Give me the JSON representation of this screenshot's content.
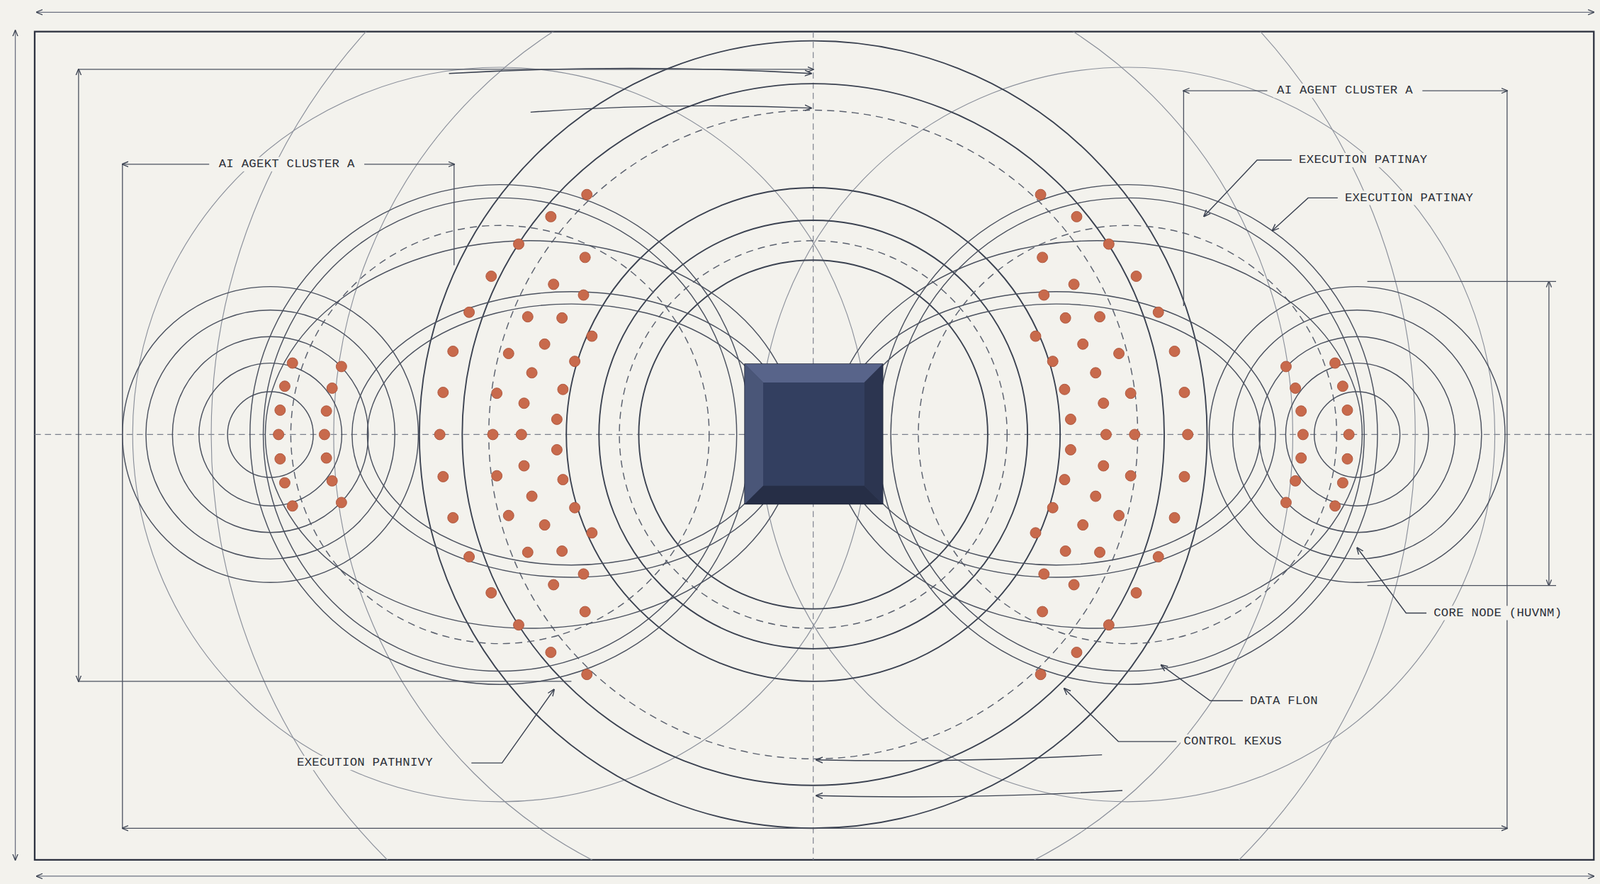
{
  "diagram": {
    "labels": [
      "AI AGEKT CLUSTER A",
      "AI AGENT CLUSTER A",
      "EXECUTION PATINAY",
      "EXECUTION PATINAY",
      "EXECUTION PATHNIVY",
      "CORE NODE (HUVNM)",
      "DATA FLON",
      "CONTROL KEXUS"
    ]
  }
}
